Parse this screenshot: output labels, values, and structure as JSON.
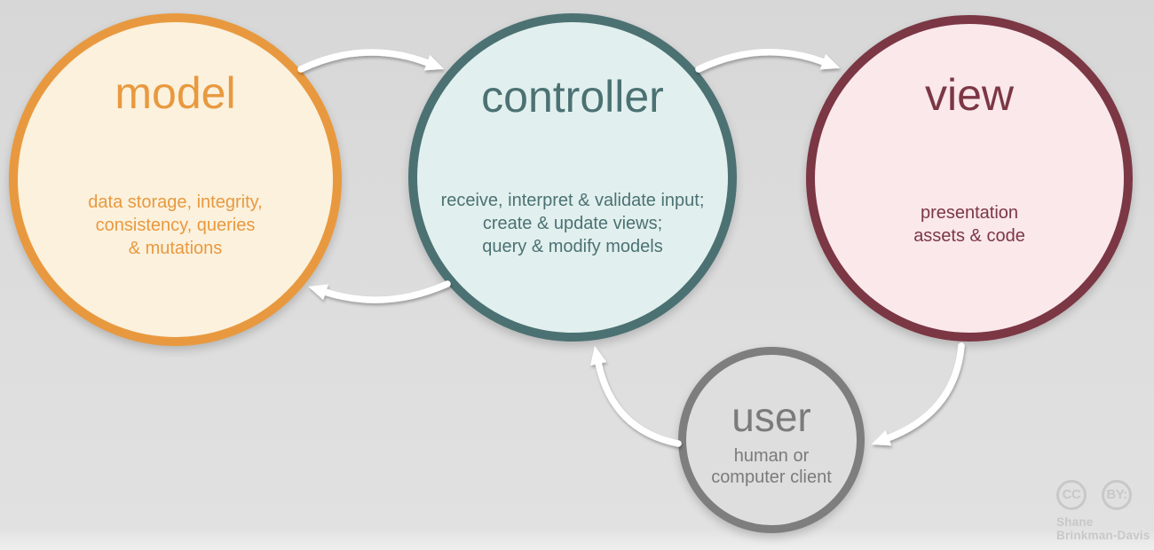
{
  "background_color": "#dcdcdc",
  "arrow_color": "#ffffff",
  "nodes": [
    {
      "id": "model",
      "title": "model",
      "lines": [
        "data storage, integrity,",
        "consistency, queries",
        "& mutations"
      ],
      "border_color": "#E8993F",
      "fill_color": "#FBF1DC",
      "text_color": "#E8993F"
    },
    {
      "id": "controller",
      "title": "controller",
      "lines": [
        "receive, interpret & validate input;",
        "create & update views;",
        "query & modify models"
      ],
      "border_color": "#4C7173",
      "fill_color": "#E1F0EE",
      "text_color": "#4C7173"
    },
    {
      "id": "view",
      "title": "view",
      "lines": [
        "presentation",
        "assets & code"
      ],
      "border_color": "#7B3744",
      "fill_color": "#FAE8EB",
      "text_color": "#7B3744"
    },
    {
      "id": "user",
      "title": "user",
      "lines": [
        "human or",
        "computer client"
      ],
      "border_color": "#7E7E7E",
      "fill_color": "#DEDEDE",
      "text_color": "#7B7B7B"
    }
  ],
  "arrows": [
    {
      "from": "model",
      "to": "controller"
    },
    {
      "from": "controller",
      "to": "view"
    },
    {
      "from": "controller",
      "to": "model"
    },
    {
      "from": "view",
      "to": "user"
    },
    {
      "from": "user",
      "to": "controller"
    }
  ],
  "attribution": {
    "badges": [
      "CC",
      "BY:"
    ],
    "author_lines": [
      "Shane",
      "Brinkman-Davis"
    ],
    "color": "#c8c8c8"
  }
}
